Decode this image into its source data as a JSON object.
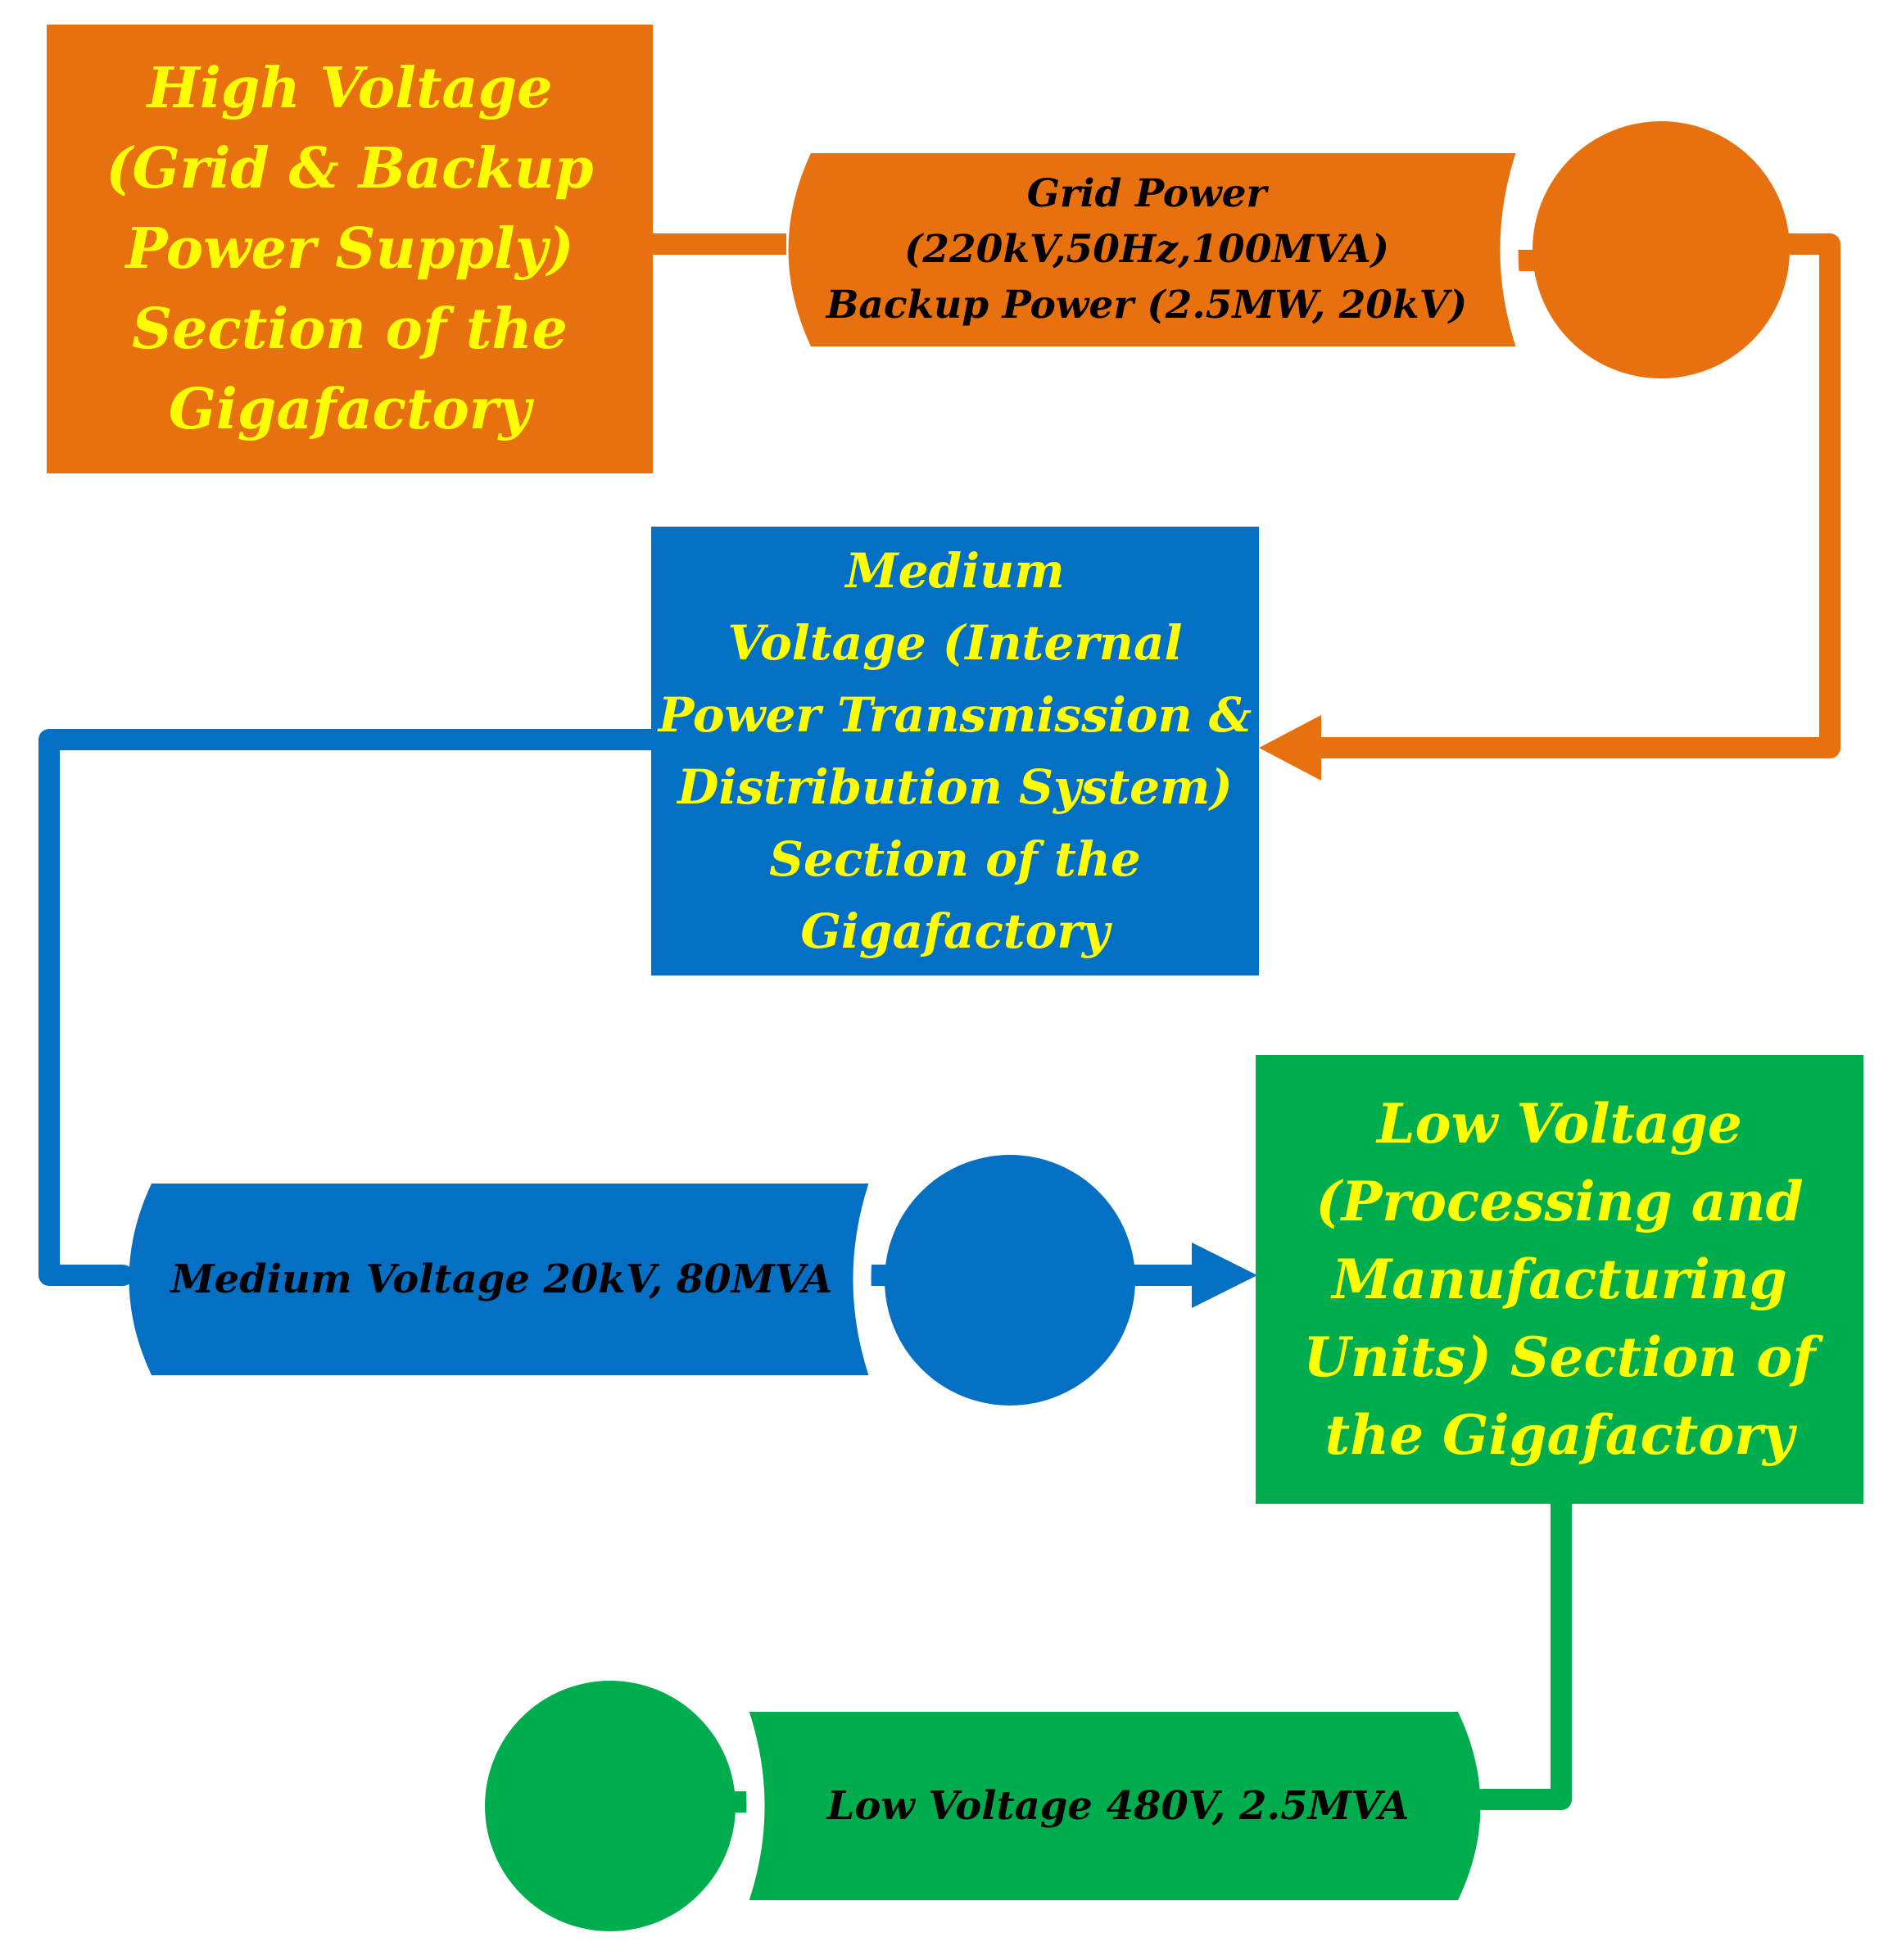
{
  "colors": {
    "high": "#E8710F",
    "medium": "#0470C4",
    "low": "#00AD4E",
    "label_text": "#FFFF00",
    "pipe_text": "#000000"
  },
  "high_box": {
    "lines": [
      "High Voltage",
      "(Grid & Backup",
      "Power Supply)",
      "Section of the",
      "Gigafactory"
    ]
  },
  "high_pipe": {
    "lines": [
      "Grid Power",
      "(220kV,50Hz,100MVA)",
      "Backup Power (2.5MW, 20kV)"
    ]
  },
  "medium_box": {
    "lines": [
      "Medium",
      "Voltage (Internal",
      "Power Transmission &",
      "Distribution System)",
      "Section of the",
      "Gigafactory"
    ]
  },
  "medium_pipe": {
    "lines": [
      "Medium Voltage 20kV, 80MVA"
    ]
  },
  "low_box": {
    "lines": [
      "Low Voltage",
      "(Processing and",
      "Manufacturing",
      "Units) Section of",
      "the Gigafactory"
    ]
  },
  "low_pipe": {
    "lines": [
      "Low Voltage 480V, 2.5MVA"
    ]
  }
}
